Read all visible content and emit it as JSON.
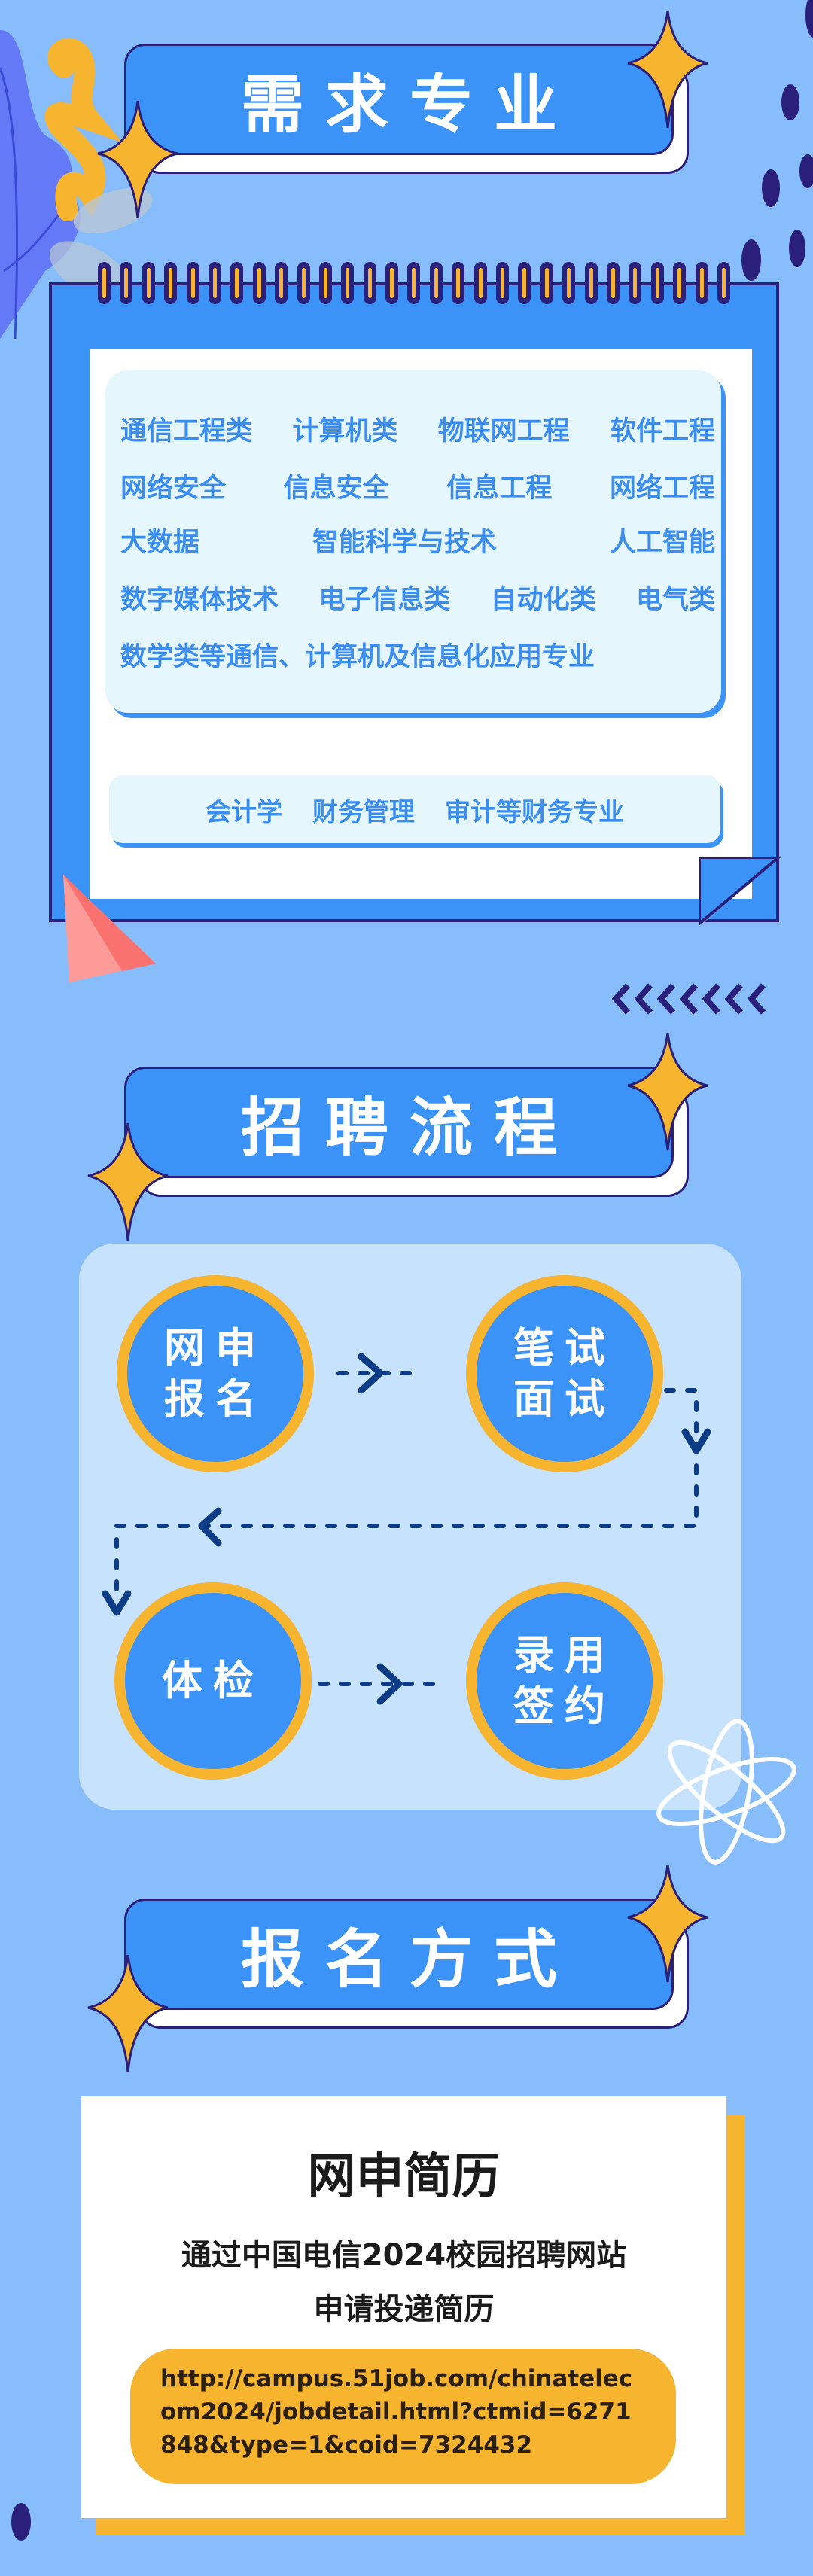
{
  "sections": {
    "majors": {
      "title": "需求专业",
      "rows": [
        [
          "通信工程类",
          "计算机类",
          "物联网工程",
          "软件工程"
        ],
        [
          "网络安全",
          "信息安全",
          "信息工程",
          "网络工程"
        ],
        [
          "大数据",
          "智能科学与技术",
          "人工智能"
        ],
        [
          "数字媒体技术",
          "电子信息类",
          "自动化类",
          "电气类"
        ],
        [
          "数学类等通信、计算机及信息化应用专业"
        ]
      ],
      "finance": [
        "会计学",
        "财务管理",
        "审计等财务专业"
      ]
    },
    "process": {
      "title": "招聘流程",
      "steps": [
        {
          "line1": "网申",
          "line2": "报名"
        },
        {
          "line1": "笔试",
          "line2": "面试"
        },
        {
          "line1": "体检",
          "line2": ""
        },
        {
          "line1": "录用",
          "line2": "签约"
        }
      ]
    },
    "apply": {
      "title": "报名方式",
      "card_title": "网申简历",
      "line1": "通过中国电信2024校园招聘网站",
      "line2": "申请投递简历",
      "url": "http://campus.51job.com/chinatelecom2024/jobdetail.html?ctmid=6271848&type=1&coid=7324432"
    }
  },
  "colors": {
    "background": "#87bdfb",
    "primary_blue": "#3b93f8",
    "navy": "#2a1f7a",
    "accent_orange": "#f6b42f",
    "panel_light": "#e6f6fd",
    "coral": "#fa7270"
  }
}
